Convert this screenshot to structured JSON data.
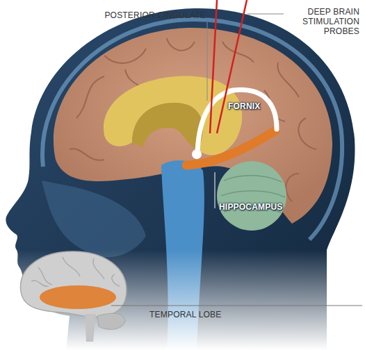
{
  "diagram": {
    "labels": [
      "POSTERIOR CINGULATE",
      "DEEP BRAIN STIMULATION PROBES",
      "FORNIX",
      "HIPPOCAMPUS",
      "TEMPORAL LOBE"
    ]
  }
}
